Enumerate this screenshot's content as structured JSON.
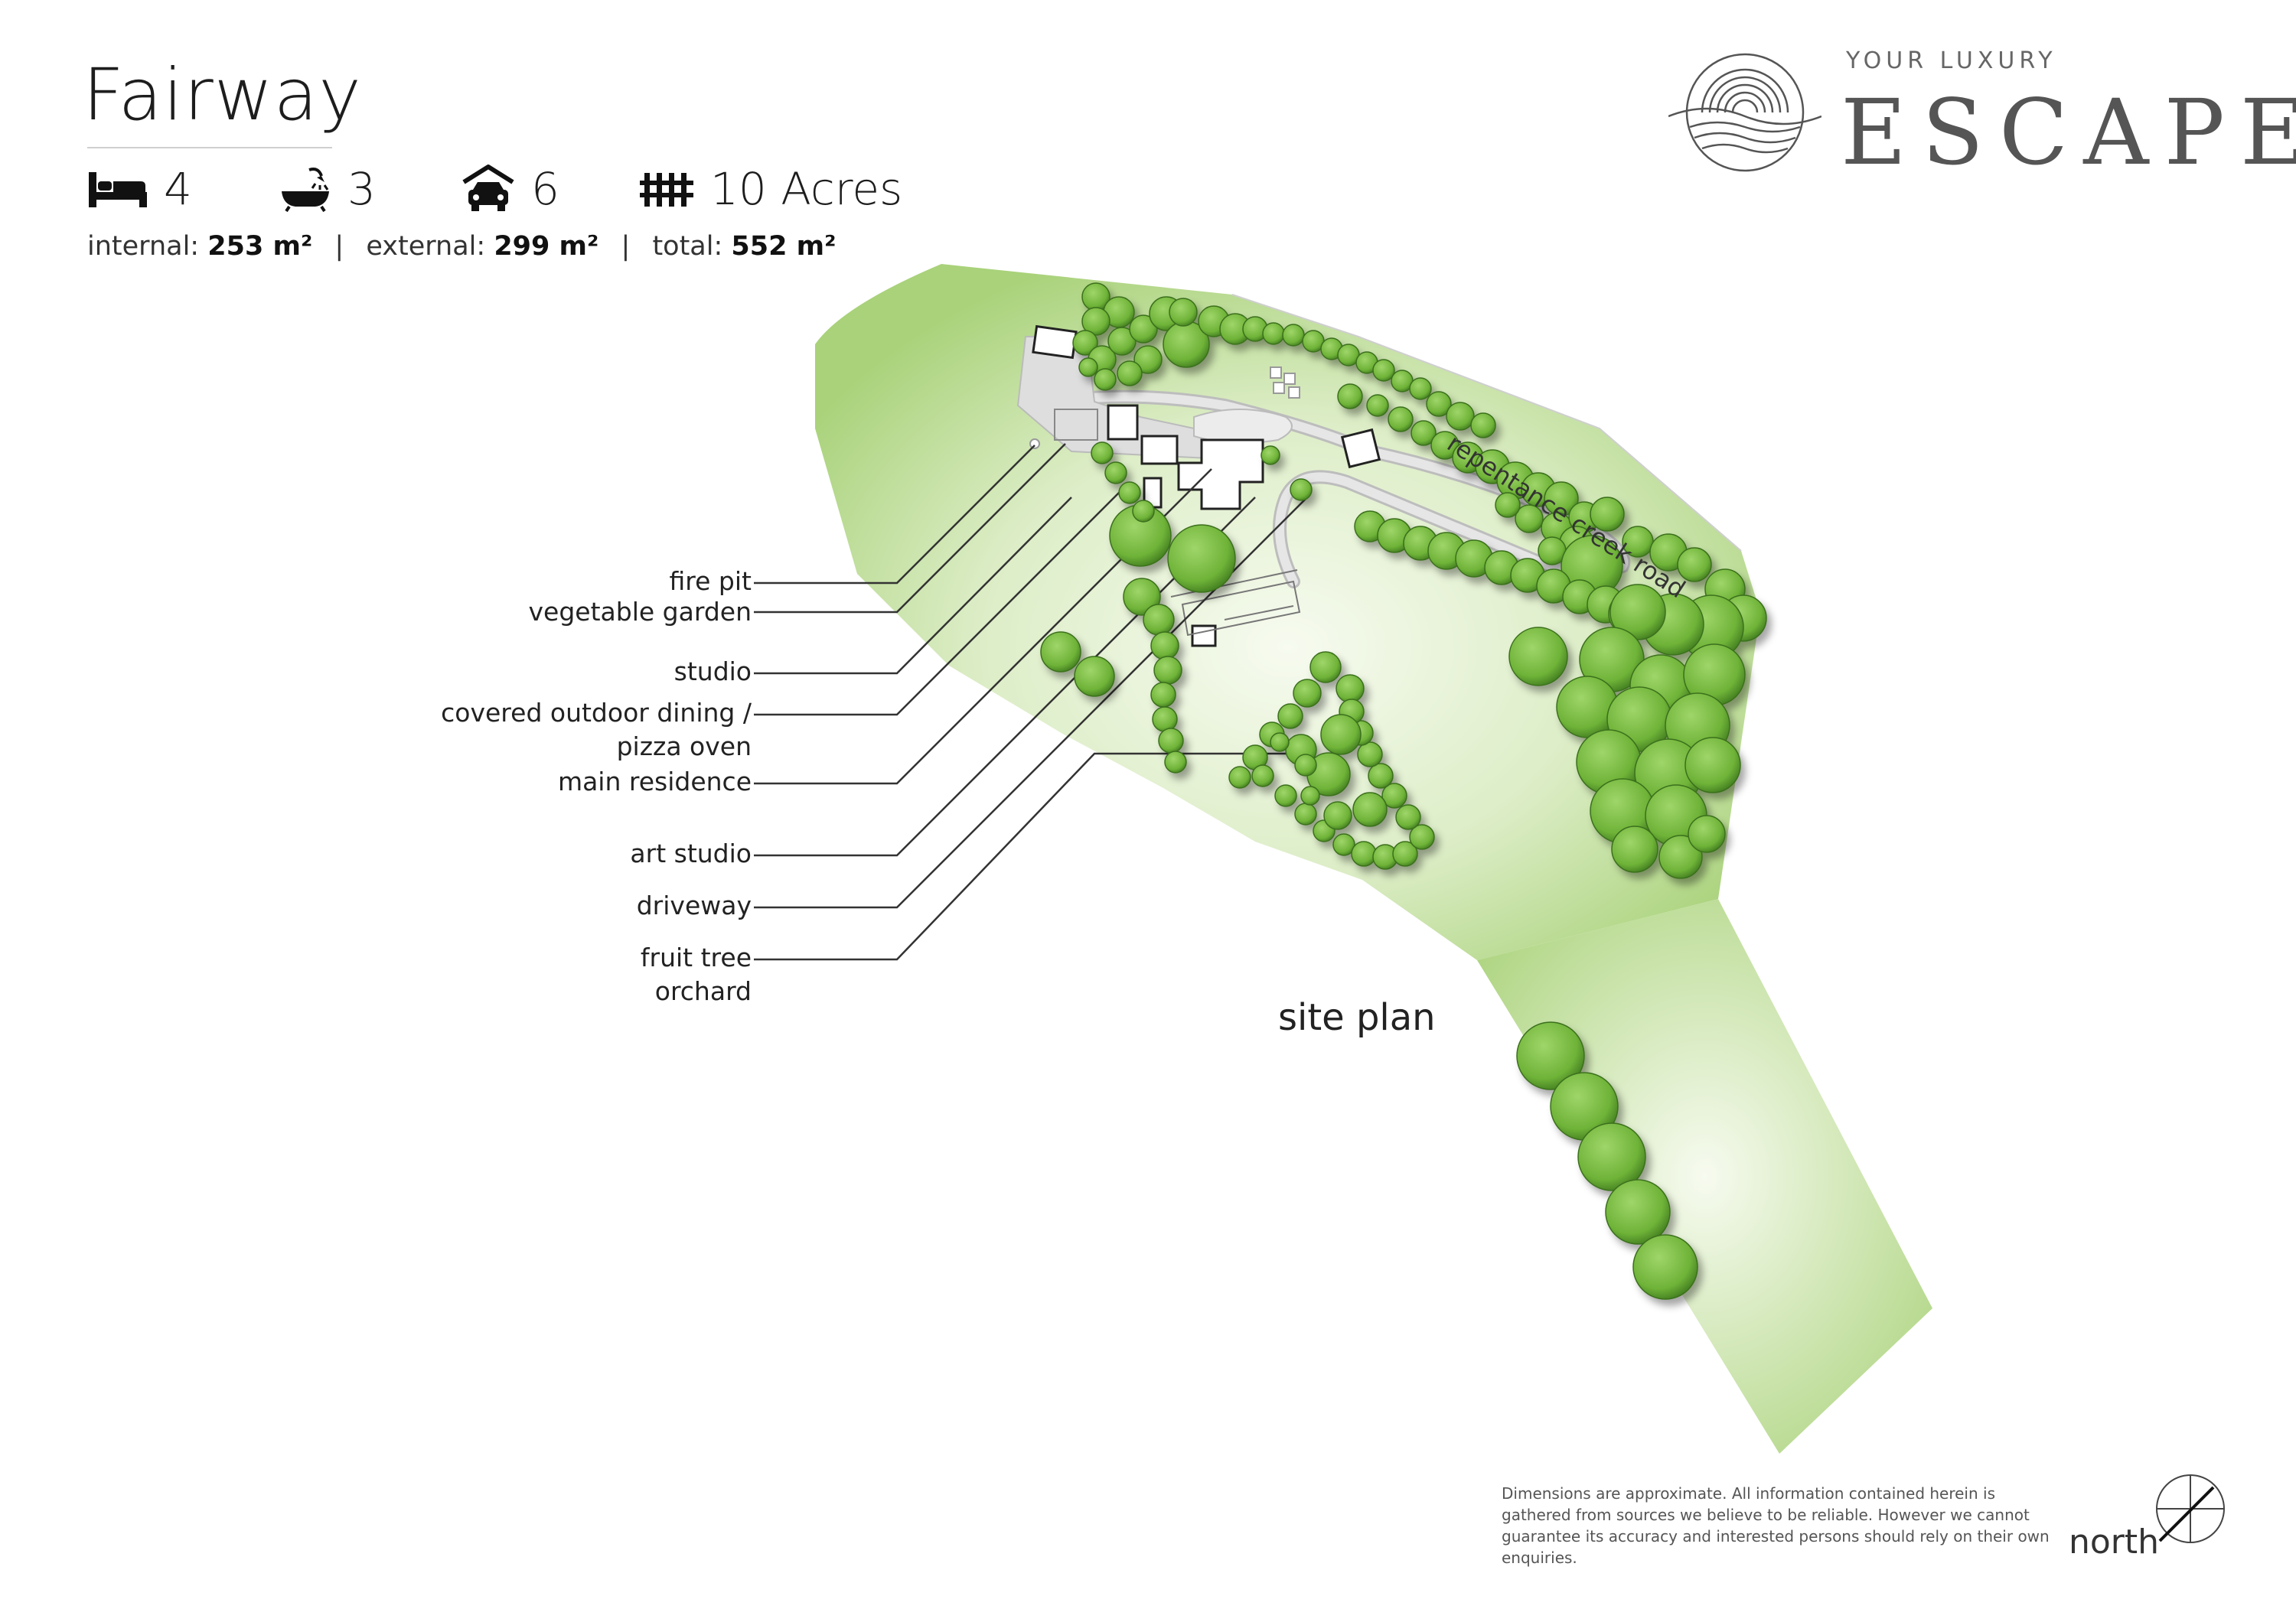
{
  "property": {
    "title": "Fairway",
    "stats": [
      {
        "icon": "bed-icon",
        "value": "4"
      },
      {
        "icon": "bath-icon",
        "value": "3"
      },
      {
        "icon": "garage-car-icon",
        "value": "6"
      },
      {
        "icon": "fence-icon",
        "value": "10 Acres"
      }
    ],
    "areas": {
      "internal_label": "internal:",
      "internal_value": "253 m²",
      "external_label": "external:",
      "external_value": "299 m²",
      "total_label": "total:",
      "total_value": "552 m²",
      "separator": "|"
    }
  },
  "brand": {
    "kicker": "YOUR LUXURY",
    "wordmark": "ESCAPE",
    "logo_icon": "sunrise-waves-icon"
  },
  "site_plan": {
    "label": "site plan",
    "road_label": "repentance creek road",
    "callouts": [
      {
        "id": "fire-pit",
        "lines": [
          "fire pit"
        ]
      },
      {
        "id": "vegetable-garden",
        "lines": [
          "vegetable garden"
        ]
      },
      {
        "id": "studio",
        "lines": [
          "studio"
        ]
      },
      {
        "id": "covered-outdoor-dining",
        "lines": [
          "covered outdoor dining /",
          "pizza oven"
        ]
      },
      {
        "id": "main-residence",
        "lines": [
          "main residence"
        ]
      },
      {
        "id": "art-studio",
        "lines": [
          "art studio"
        ]
      },
      {
        "id": "driveway",
        "lines": [
          "driveway"
        ]
      },
      {
        "id": "fruit-tree-orchard",
        "lines": [
          "fruit tree",
          "orchard"
        ]
      }
    ],
    "colors": {
      "lawn_light": "#f4f9ec",
      "lawn_dark": "#a9d27a",
      "tree_fill": "#7cc142",
      "tree_dark": "#4f8f2a",
      "building_stroke": "#222222",
      "paving": "#dcdcdc"
    }
  },
  "footer": {
    "disclaimer": "Dimensions are approximate.  All information contained herein is gathered from sources we believe to be reliable.  However we cannot guarantee its accuracy and interested persons should rely on their own enquiries.",
    "north_label": "north",
    "north_icon": "north-arrow-icon"
  }
}
